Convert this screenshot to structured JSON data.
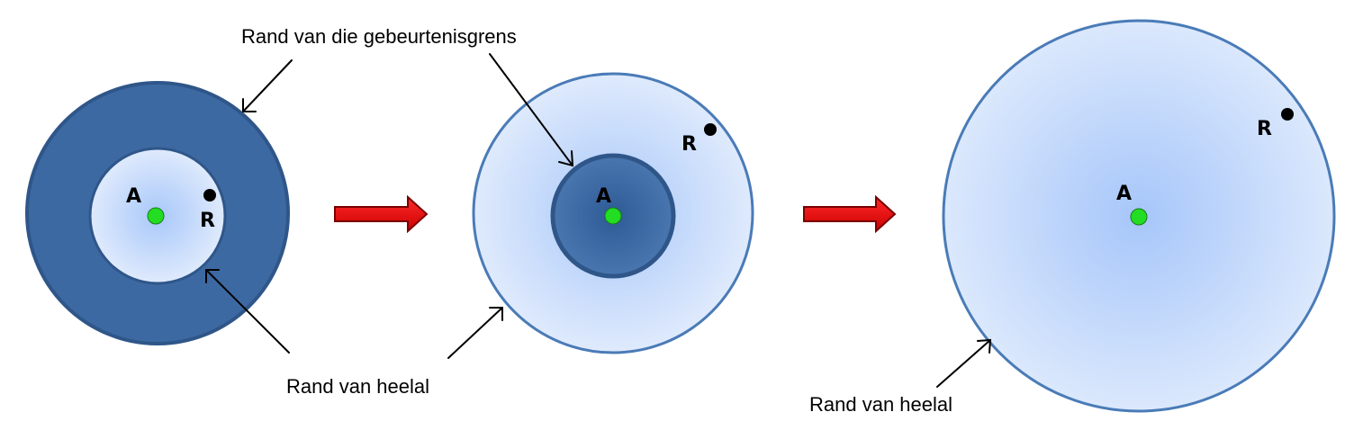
{
  "labels": {
    "event_horizon_edge": "Rand van die gebeurtenisgrens",
    "universe_edge_1": "Rand van heelal",
    "universe_edge_2": "Rand van heelal"
  },
  "points": {
    "p1_a": "A",
    "p1_r": "R",
    "p2_a": "A",
    "p2_r": "R",
    "p3_a": "A",
    "p3_r": "R"
  },
  "colors": {
    "horizon_blue": "#3a66a0",
    "universe_light_blue": "#cfe0fb",
    "outline_blue": "#4a7bb7",
    "observer_green": "#22dd22",
    "arrow_red": "#ee0000"
  }
}
